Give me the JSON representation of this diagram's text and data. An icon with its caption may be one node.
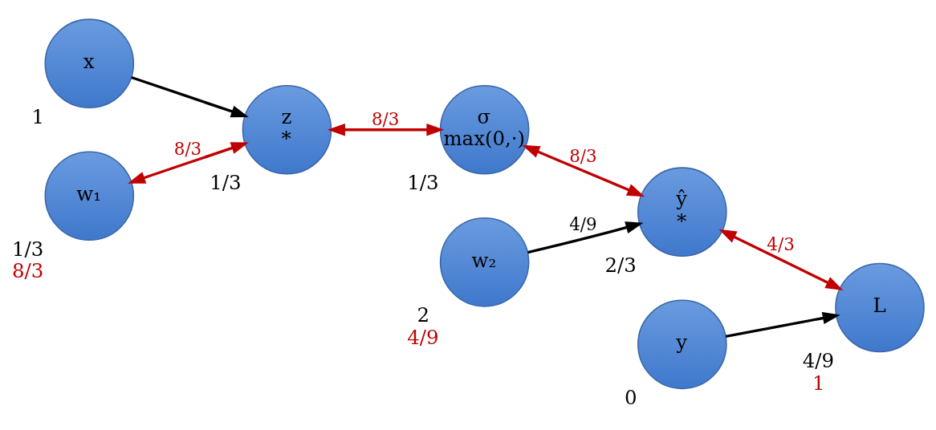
{
  "diagram": {
    "nodes": [
      {
        "text": [
          "x"
        ],
        "beside": [
          "1"
        ]
      },
      {
        "text": [
          "w₁"
        ],
        "beside": [
          "1/3",
          "8/3"
        ]
      },
      {
        "text": [
          "z",
          "*"
        ],
        "beside": [
          "1/3"
        ]
      },
      {
        "text": [
          "σ",
          "max(0,·)"
        ],
        "beside": [
          "1/3"
        ]
      },
      {
        "text": [
          "ŷ",
          "*"
        ],
        "beside": [
          "2/3"
        ]
      },
      {
        "text": [
          "w₂"
        ],
        "beside": [
          "2",
          "4/9"
        ]
      },
      {
        "text": [
          "y"
        ],
        "beside": [
          "0"
        ]
      },
      {
        "text": [
          "L"
        ],
        "beside": [
          "4/9",
          "1"
        ]
      }
    ],
    "edges": [
      {
        "from": 0,
        "to": 2,
        "arrow": "to",
        "color": "#000000"
      },
      {
        "from": 1,
        "to": 2,
        "arrow": "both",
        "label": "8/3"
      },
      {
        "from": 2,
        "to": 3,
        "arrow": "both",
        "label": "8/3"
      },
      {
        "from": 3,
        "to": 4,
        "arrow": "both",
        "label": "8/3"
      },
      {
        "from": 5,
        "to": 4,
        "arrow": "to",
        "label": "4/9",
        "color": "#000000"
      },
      {
        "from": 4,
        "to": 7,
        "arrow": "both",
        "label": "4/3"
      },
      {
        "from": 6,
        "to": 7,
        "arrow": "to",
        "color": "#000000"
      }
    ]
  }
}
